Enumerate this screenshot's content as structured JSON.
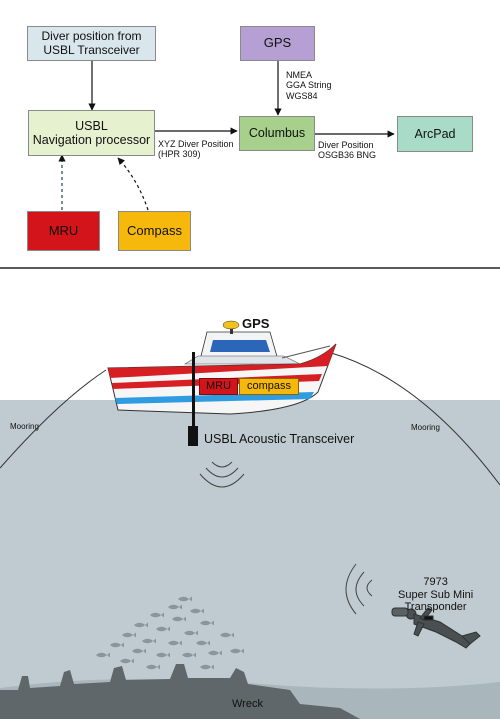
{
  "flow": {
    "diver_source": [
      "Diver position from",
      "USBL Transceiver"
    ],
    "gps": "GPS",
    "usbl_processor": [
      "USBL",
      "Navigation processor"
    ],
    "columbus": "Columbus",
    "arcpad": "ArcPad",
    "mru": "MRU",
    "compass": "Compass",
    "gps_edge": [
      "NMEA",
      "GGA String",
      "WGS84"
    ],
    "usbl_edge": [
      "XYZ Diver Position",
      "(HPR 309)"
    ],
    "columbus_edge": [
      "Diver Position",
      "OSGB36 BNG"
    ]
  },
  "scene": {
    "vessel_gps": "GPS",
    "vessel_mru": "MRU",
    "vessel_compass": "compass",
    "mooring_left": "Mooring",
    "mooring_right": "Mooring",
    "transceiver": "USBL Acoustic Transceiver",
    "transponder": [
      "7973",
      "Super Sub Mini",
      "Transponder"
    ],
    "wreck": "Wreck"
  },
  "colors": {
    "diver_source_fill": "#d9e6ec",
    "gps_fill": "#b59fd3",
    "usbl_fill": "#e6f1d0",
    "columbus_fill": "#a7d08c",
    "arcpad_fill": "#a8dcc8",
    "mru_fill": "#d3141a",
    "compass_fill": "#f6b80a",
    "water": "#bfcbd0",
    "hull_red": "#d61e23",
    "hull_blue": "#2f9be0"
  }
}
